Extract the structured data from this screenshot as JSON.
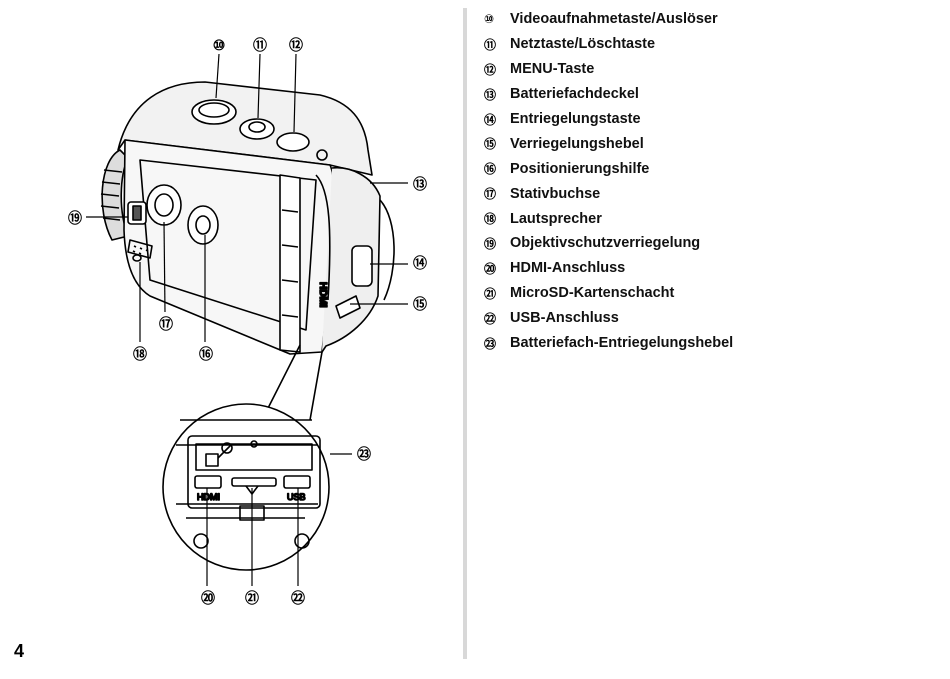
{
  "figure": {
    "callouts": [
      "⑩",
      "⑪",
      "⑫",
      "⑬",
      "⑭",
      "⑮",
      "⑯",
      "⑰",
      "⑱",
      "⑲",
      "⑳",
      "㉑",
      "㉒",
      "㉓"
    ],
    "imprints": {
      "side_hdmi": "HDMI",
      "port_hdmi": "HDMI",
      "port_usb": "USB"
    }
  },
  "legend": {
    "items": [
      {
        "num": "⑩",
        "label": "Videoaufnahmetaste/Auslöser"
      },
      {
        "num": "⑪",
        "label": "Netztaste/Löschtaste"
      },
      {
        "num": "⑫",
        "label": "MENU-Taste"
      },
      {
        "num": "⑬",
        "label": "Batteriefachdeckel"
      },
      {
        "num": "⑭",
        "label": "Entriegelungstaste"
      },
      {
        "num": "⑮",
        "label": "Verriegelungshebel"
      },
      {
        "num": "⑯",
        "label": "Positionierungshilfe"
      },
      {
        "num": "⑰",
        "label": "Stativbuchse"
      },
      {
        "num": "⑱",
        "label": "Lautsprecher"
      },
      {
        "num": "⑲",
        "label": "Objektivschutzverriegelung"
      },
      {
        "num": "⑳",
        "label": "HDMI-Anschluss"
      },
      {
        "num": "㉑",
        "label": "MicroSD-Kartenschacht"
      },
      {
        "num": "㉒",
        "label": "USB-Anschluss"
      },
      {
        "num": "㉓",
        "label": "Batteriefach-Entriegelungshebel"
      }
    ]
  },
  "page_number": "4"
}
